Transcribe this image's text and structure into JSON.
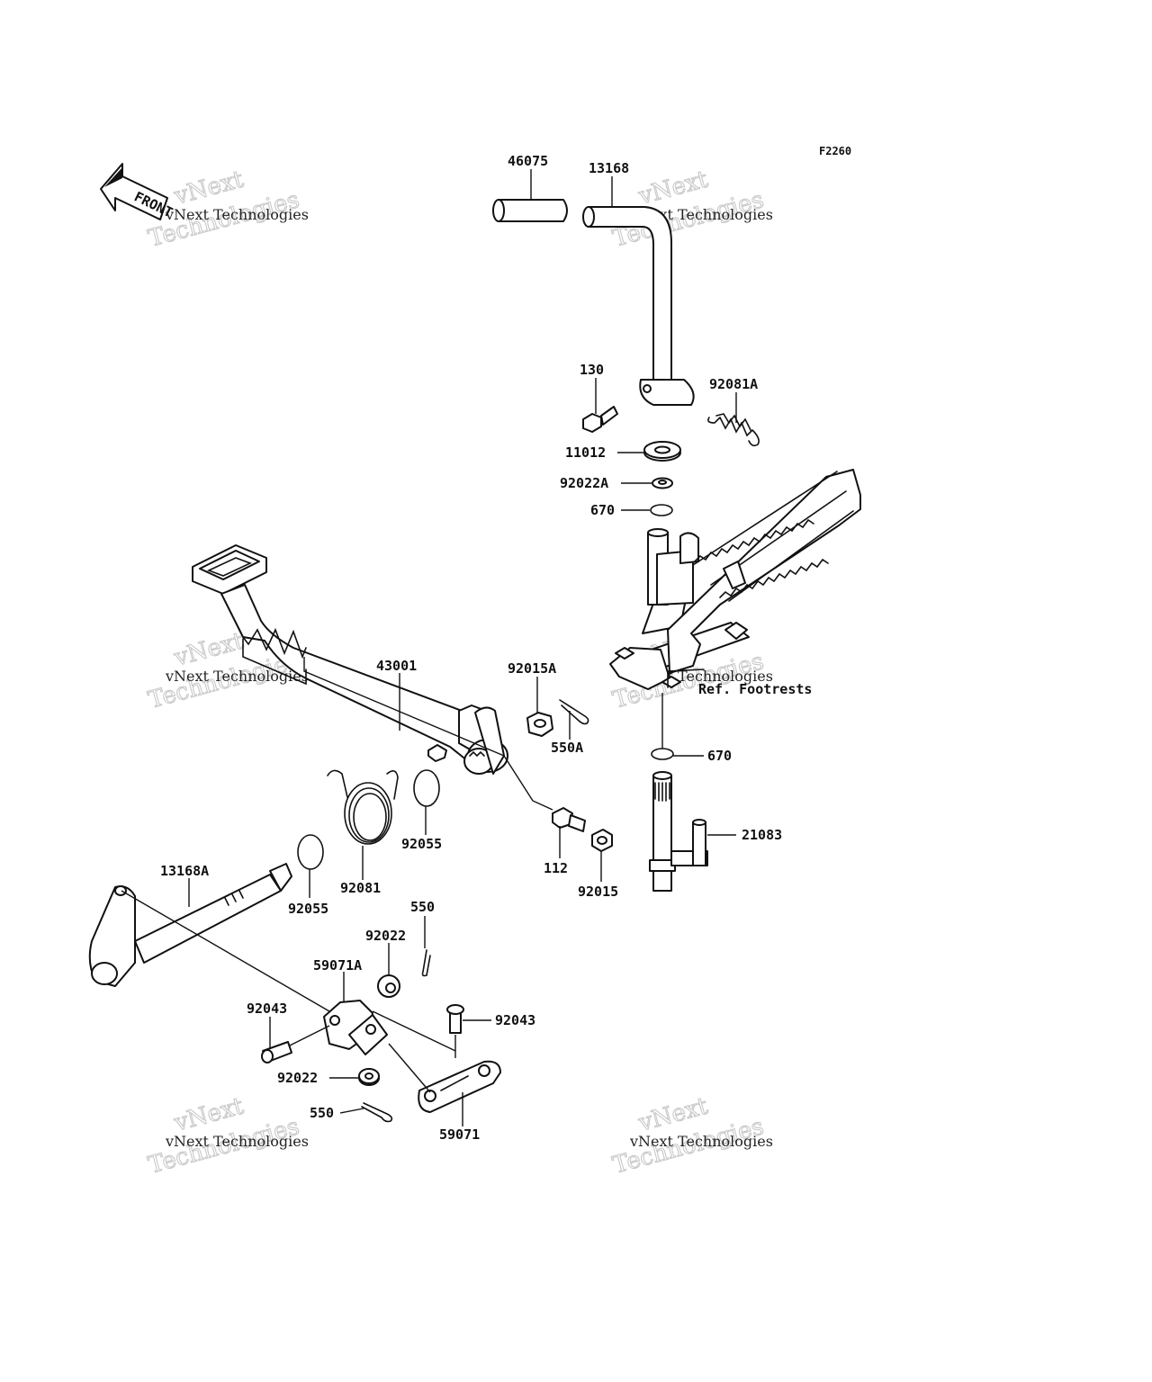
{
  "diagram": {
    "code": "F2260",
    "front_label": "FRONT",
    "ref_label": "Ref. Footrests",
    "watermark": {
      "line_a": "vNext",
      "line_b": "vNext Technologies",
      "line_c": "Technologies"
    },
    "callouts": [
      {
        "id": "46075",
        "text": "46075"
      },
      {
        "id": "13168",
        "text": "13168"
      },
      {
        "id": "130",
        "text": "130"
      },
      {
        "id": "92081A",
        "text": "92081A"
      },
      {
        "id": "11012",
        "text": "11012"
      },
      {
        "id": "92022A",
        "text": "92022A"
      },
      {
        "id": "670a",
        "text": "670"
      },
      {
        "id": "43001",
        "text": "43001"
      },
      {
        "id": "92015A",
        "text": "92015A"
      },
      {
        "id": "550A",
        "text": "550A"
      },
      {
        "id": "670b",
        "text": "670"
      },
      {
        "id": "92055a",
        "text": "92055"
      },
      {
        "id": "92081",
        "text": "92081"
      },
      {
        "id": "92055b",
        "text": "92055"
      },
      {
        "id": "112",
        "text": "112"
      },
      {
        "id": "92015",
        "text": "92015"
      },
      {
        "id": "21083",
        "text": "21083"
      },
      {
        "id": "13168A",
        "text": "13168A"
      },
      {
        "id": "550a",
        "text": "550"
      },
      {
        "id": "92022a",
        "text": "92022"
      },
      {
        "id": "59071A",
        "text": "59071A"
      },
      {
        "id": "92043a",
        "text": "92043"
      },
      {
        "id": "92043b",
        "text": "92043"
      },
      {
        "id": "92022b",
        "text": "92022"
      },
      {
        "id": "550b",
        "text": "550"
      },
      {
        "id": "59071",
        "text": "59071"
      }
    ]
  }
}
